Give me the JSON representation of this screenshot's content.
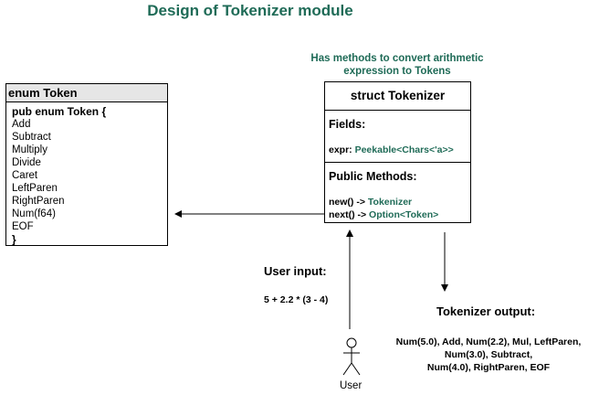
{
  "title": "Design of Tokenizer module",
  "note": "Has methods to convert arithmetic expression to Tokens",
  "enum_box": {
    "header": "enum Token",
    "declaration": "pub enum Token {",
    "variants": [
      "Add",
      "Subtract",
      "Multiply",
      "Divide",
      "Caret",
      "LeftParen",
      "RightParen",
      "Num(f64)",
      "EOF"
    ],
    "closing": "}"
  },
  "struct_box": {
    "title": "struct Tokenizer",
    "fields_label": "Fields:",
    "field_name": "expr: ",
    "field_type": "Peekable<Chars<'a>>",
    "methods_label": "Public Methods:",
    "methods": [
      {
        "name": "new() -> ",
        "type": "Tokenizer"
      },
      {
        "name": "next() -> ",
        "type": "Option<Token>"
      }
    ]
  },
  "user_input_label": "User input:",
  "user_expression": "5 + 2.2 * (3 - 4)",
  "output_label": "Tokenizer output:",
  "output_lines": [
    "Num(5.0), Add, Num(2.2), Mul,  LeftParen,",
    "Num(3.0), Subtract,",
    "Num(4.0), RightParen, EOF"
  ],
  "actor_label": "User",
  "colors": {
    "accent": "#1f6b57",
    "header_bg": "#e6e6e6"
  }
}
